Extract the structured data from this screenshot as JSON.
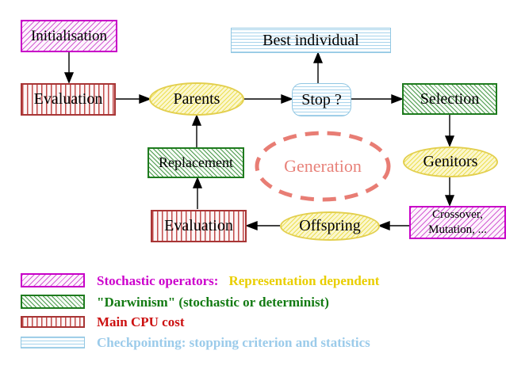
{
  "diagram": {
    "nodes": {
      "initialisation": "Initialisation",
      "best_individual": "Best individual",
      "evaluation_top": "Evaluation",
      "parents": "Parents",
      "stop": "Stop ?",
      "selection": "Selection",
      "replacement": "Replacement",
      "generation": "Generation",
      "genitors": "Genitors",
      "evaluation_bottom": "Evaluation",
      "offspring": "Offspring",
      "crossover_line1": "Crossover,",
      "crossover_line2": "Mutation, ..."
    },
    "edges": [
      {
        "from": "Initialisation",
        "to": "Evaluation (top)"
      },
      {
        "from": "Evaluation (top)",
        "to": "Parents"
      },
      {
        "from": "Parents",
        "to": "Stop ?"
      },
      {
        "from": "Stop ?",
        "to": "Best individual"
      },
      {
        "from": "Stop ?",
        "to": "Selection"
      },
      {
        "from": "Selection",
        "to": "Genitors"
      },
      {
        "from": "Genitors",
        "to": "Crossover, Mutation, ..."
      },
      {
        "from": "Crossover, Mutation, ...",
        "to": "Offspring"
      },
      {
        "from": "Offspring",
        "to": "Evaluation (bottom)"
      },
      {
        "from": "Evaluation (bottom)",
        "to": "Replacement"
      },
      {
        "from": "Replacement",
        "to": "Parents"
      }
    ]
  },
  "legend": {
    "items": [
      {
        "pattern": "magenta-diagonal-hatch",
        "segments": [
          {
            "text": "Stochastic operators:",
            "color": "#cc00cc"
          },
          {
            "text": "Representation dependent",
            "color": "#e9ce00"
          }
        ]
      },
      {
        "pattern": "green-diagonal-hatch",
        "segments": [
          {
            "text": "\"Darwinism\" (stochastic or determinist)",
            "color": "#127a12"
          }
        ]
      },
      {
        "pattern": "red-vertical-stripes",
        "segments": [
          {
            "text": "Main CPU cost",
            "color": "#cc1111"
          }
        ]
      },
      {
        "pattern": "cyan-horizontal-stripes",
        "segments": [
          {
            "text": "Checkpointing: stopping criterion and statistics",
            "color": "#9bcbea"
          }
        ]
      }
    ]
  },
  "colors": {
    "magenta": "#c800c8",
    "green": "#1e7b1e",
    "red": "#a83535",
    "cyan": "#93c8e3",
    "yellow": "#e3cf4e",
    "salmon": "#e87d74",
    "legend_yellow_text": "#e9ce00",
    "arrow": "#000000",
    "background": "#ffffff"
  }
}
